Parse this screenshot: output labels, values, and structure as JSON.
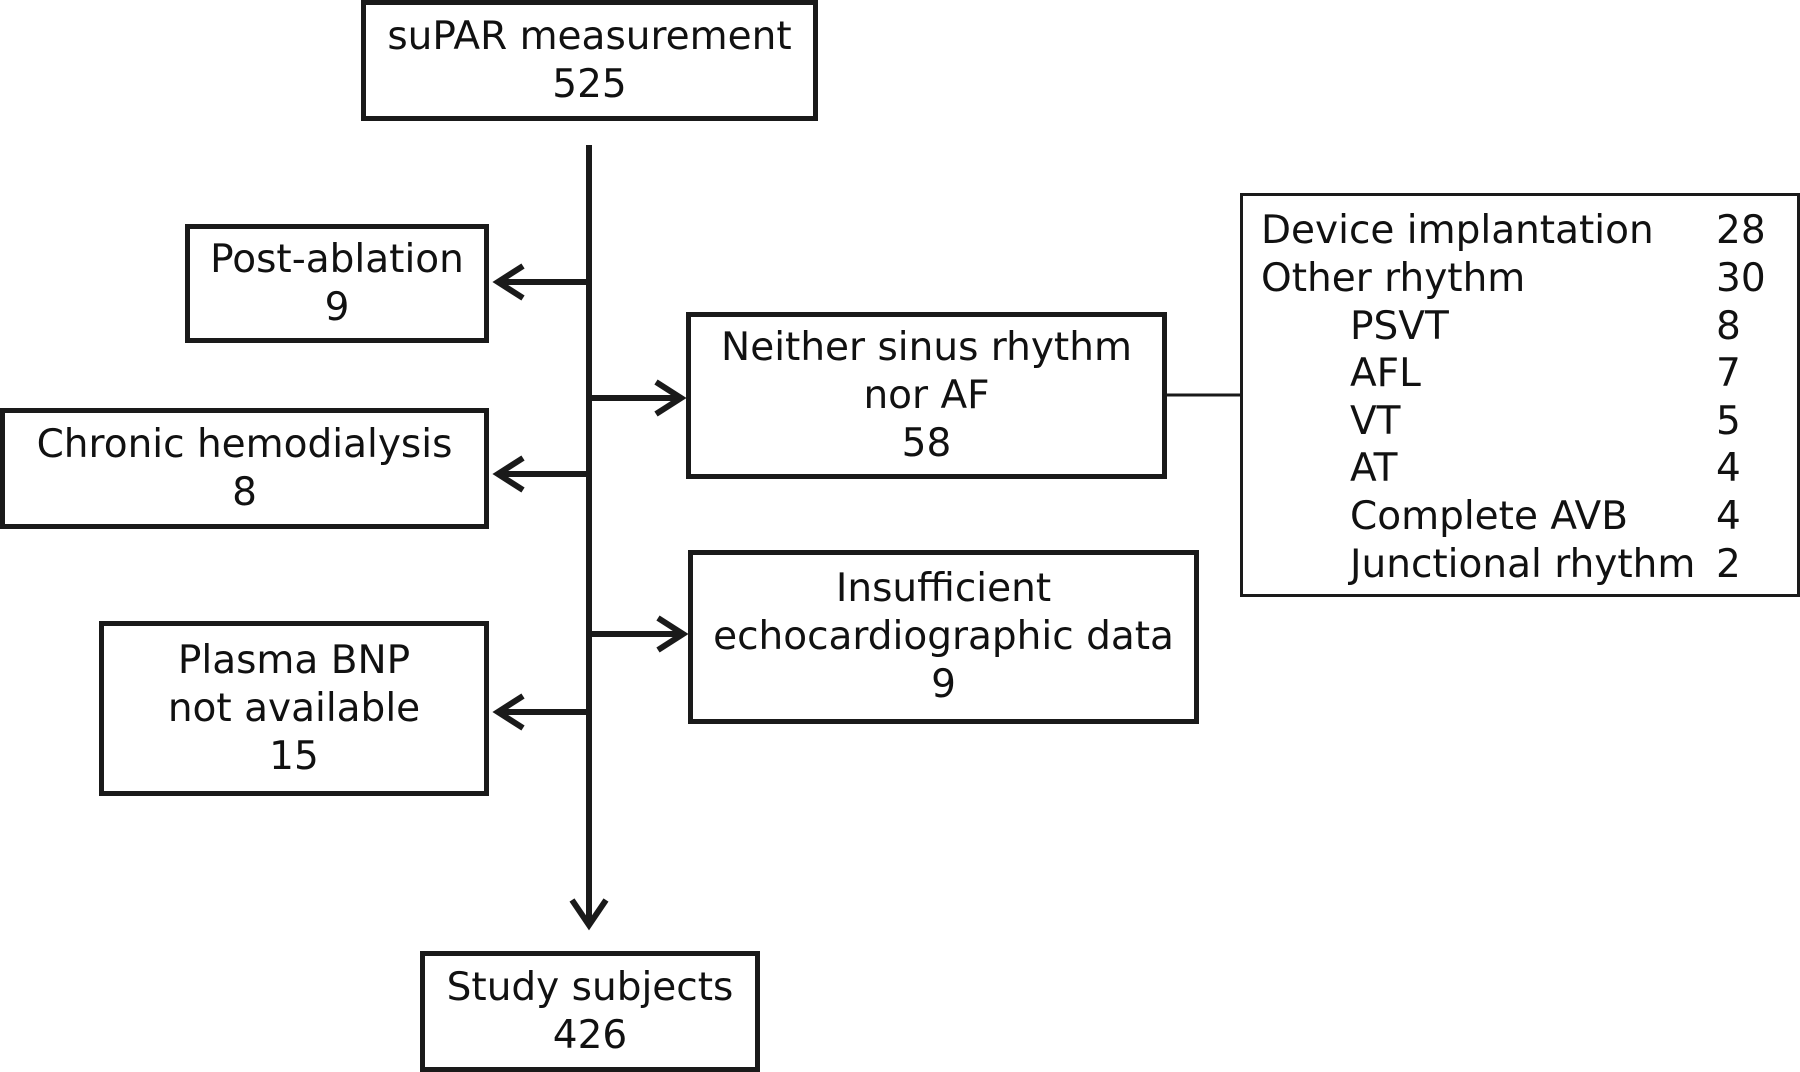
{
  "nodes": {
    "start": {
      "title": "suPAR measurement",
      "count": "525"
    },
    "post_ablation": {
      "title": "Post-ablation",
      "count": "9"
    },
    "hemodialysis": {
      "title": "Chronic hemodialysis",
      "count": "8"
    },
    "bnp": {
      "title_line1": "Plasma BNP",
      "title_line2": "not available",
      "count": "15"
    },
    "rhythm": {
      "title_line1": "Neither sinus rhythm",
      "title_line2": "nor AF",
      "count": "58"
    },
    "echo": {
      "title_line1": "Insufficient",
      "title_line2": "echocardiographic data",
      "count": "9"
    },
    "final": {
      "title": "Study subjects",
      "count": "426"
    }
  },
  "rhythm_breakdown": [
    {
      "label": "Device implantation",
      "value": "28",
      "indent": false
    },
    {
      "label": "Other rhythm",
      "value": "30",
      "indent": false
    },
    {
      "label": "PSVT",
      "value": "8",
      "indent": true
    },
    {
      "label": "AFL",
      "value": "7",
      "indent": true
    },
    {
      "label": "VT",
      "value": "5",
      "indent": true
    },
    {
      "label": "AT",
      "value": "4",
      "indent": true
    },
    {
      "label": "Complete AVB",
      "value": "4",
      "indent": true
    },
    {
      "label": "Junctional rhythm",
      "value": "2",
      "indent": true
    }
  ]
}
